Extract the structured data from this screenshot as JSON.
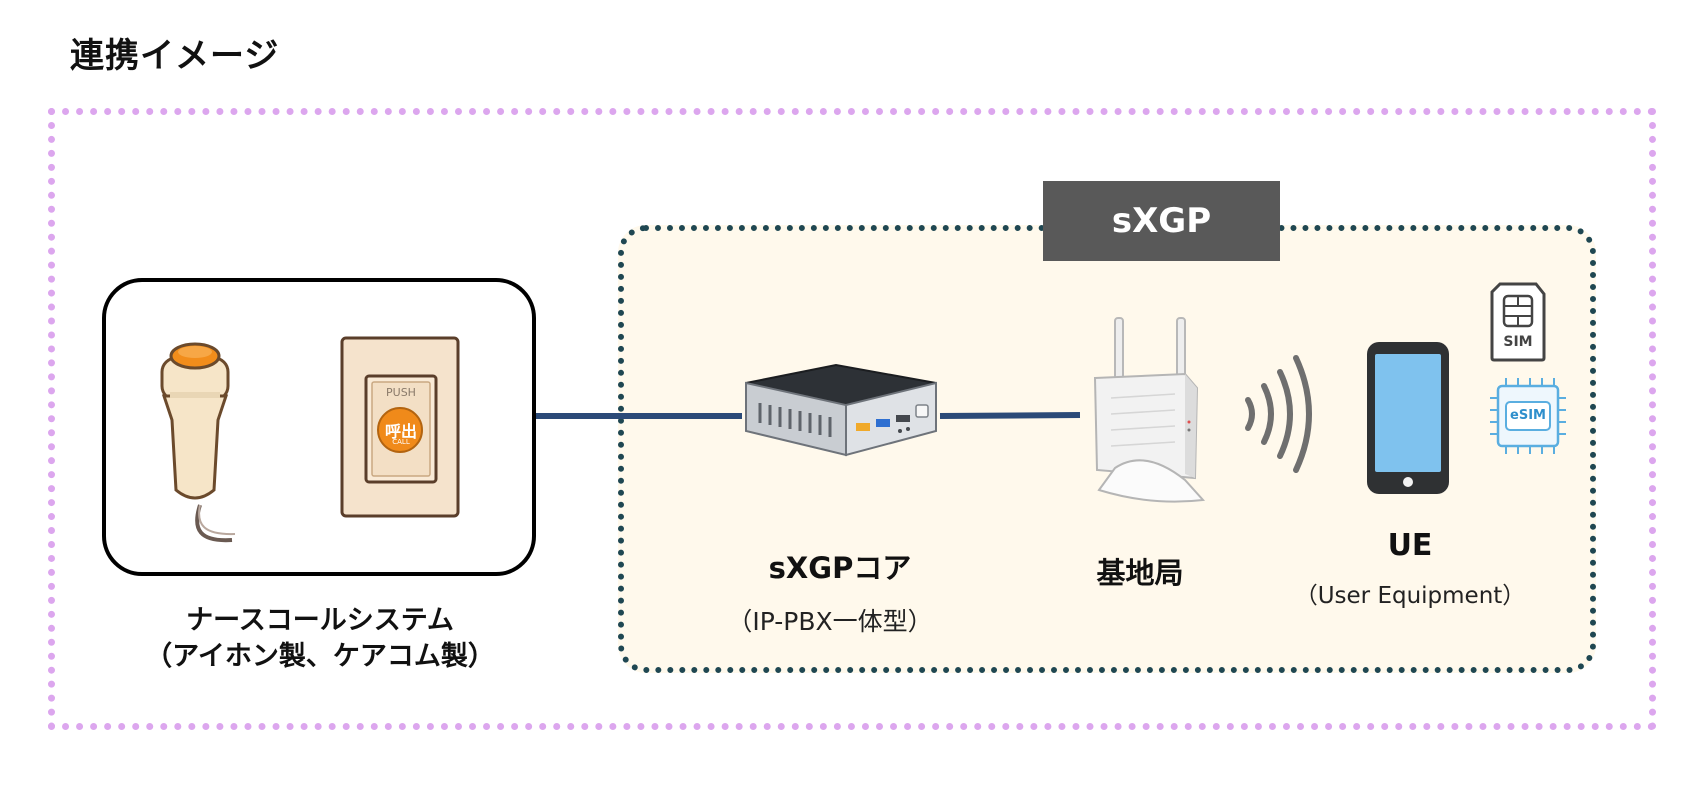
{
  "page_title": "連携イメージ",
  "sxgp_badge": "sXGP",
  "nurse_call": {
    "label_line1": "ナースコールシステム",
    "label_line2": "（アイホン製、ケアコム製）",
    "button_top_text": "PUSH",
    "button_center_text": "呼出",
    "button_bottom_text": "CALL"
  },
  "sxgp_core": {
    "label": "sXGPコア",
    "sublabel": "（IP-PBX一体型）"
  },
  "base_station": {
    "label": "基地局"
  },
  "ue": {
    "label": "UE",
    "sublabel": "（User Equipment）"
  },
  "sim_card": {
    "text": "SIM"
  },
  "esim_chip": {
    "text": "eSIM"
  },
  "colors": {
    "outer_border": "#dca6ee",
    "sxgp_region_border": "#1f4752",
    "sxgp_region_fill": "#fff9ec",
    "badge_fill": "#595959",
    "connector_line": "#2b4a78",
    "call_button": "#f08a1a"
  },
  "icons": [
    "handheld-nurse-call-icon",
    "wall-call-button-icon",
    "mini-pc-icon",
    "router-icon",
    "wireless-signal-icon",
    "smartphone-icon",
    "sim-card-icon",
    "esim-chip-icon"
  ]
}
